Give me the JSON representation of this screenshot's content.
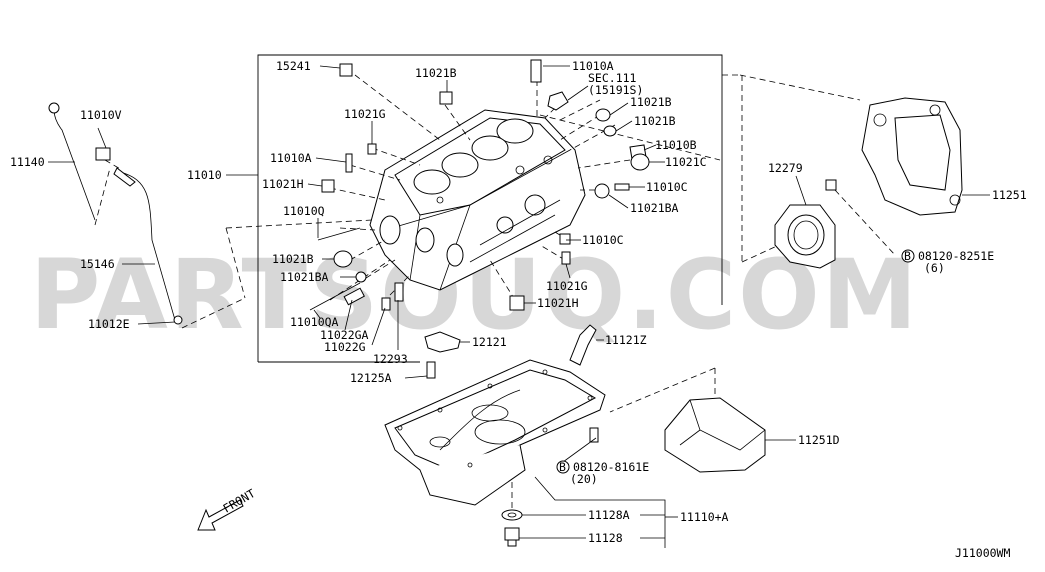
{
  "diagram_code": "J11000WM",
  "watermark": "PARTSOUQ.COM",
  "front_label": "FRONT",
  "labels": {
    "p15241": "15241",
    "p11021B_a": "11021B",
    "p11010A_top": "11010A",
    "sec_line1": "SEC.111",
    "sec_line2": "(15191S)",
    "p11021B_b": "11021B",
    "p11021B_c": "11021B",
    "p11010B": "11010B",
    "p11021C": "11021C",
    "p11010C_a": "11010C",
    "p11021BA_r": "11021BA",
    "p11010C_b": "11010C",
    "p11021G_a": "11021G",
    "p11010A_l": "11010A",
    "p11021H_l": "11021H",
    "p11010": "11010",
    "p11010Q": "11010Q",
    "p11021B_l": "11021B",
    "p11021BA_l": "11021BA",
    "p11010QA": "11010QA",
    "p11022GA": "11022GA",
    "p11022G": "11022G",
    "p12293": "12293",
    "p11021G_b": "11021G",
    "p11021H_b": "11021H",
    "p12121": "12121",
    "p11121Z": "11121Z",
    "p12125A": "12125A",
    "p11010V": "11010V",
    "p11140": "11140",
    "p15146": "15146",
    "p11012E": "11012E",
    "p12279": "12279",
    "p11251": "11251",
    "bolt_b1_line1": "08120-8251E",
    "bolt_b1_line2": "(6)",
    "p11251D": "11251D",
    "bolt_b2_line1": "08120-8161E",
    "bolt_b2_line2": "(20)",
    "p11128A": "11128A",
    "p11128": "11128",
    "p11110A": "11110+A",
    "circle_b": "B"
  }
}
